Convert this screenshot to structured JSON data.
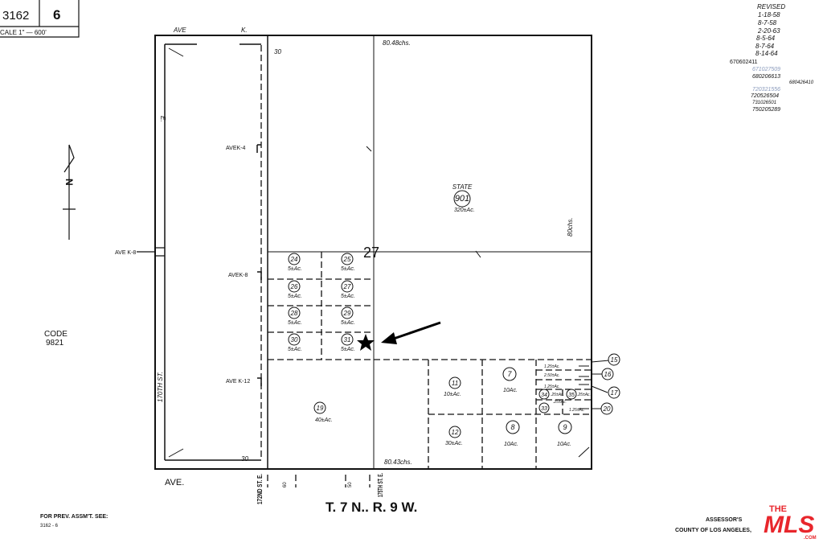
{
  "header": {
    "map_book": "3162",
    "page": "6",
    "scale": "CALE 1\" — 600'"
  },
  "revisions": {
    "title": "REVISED",
    "dates": [
      "1-18-58",
      "8-7-58",
      "2-20-63",
      "8-5-64",
      "8-7-64",
      "8-14-64"
    ],
    "codes": [
      "670602411",
      "671027509",
      "680206613",
      "680426410",
      "720321556",
      "720526504",
      "731026501",
      "750205289"
    ]
  },
  "streets": {
    "ave_k_top_1": "AVE",
    "ave_k_top_2": "K.",
    "ave_k8_left": "AVE K-8",
    "ave_k8": "AVEK-8",
    "ave_k4": "AVEK-4",
    "ave_k12": "AVE K-12",
    "ave_bottom": "AVE.",
    "st_170": "170TH ST.",
    "e_label": "E.",
    "st_172": "172ND ST. E.",
    "st_175": "175TH ST. E."
  },
  "dimensions": {
    "top": "80.48chs.",
    "bottom": "80.43chs.",
    "right": "80chs.",
    "d30_top": "30",
    "d30_bottom": "30",
    "d60": "60",
    "d50": "50"
  },
  "section": "27",
  "code": {
    "label": "CODE",
    "value": "9821"
  },
  "north": "N",
  "parcels": [
    {
      "id": "901",
      "owner": "STATE",
      "area": "320±Ac."
    },
    {
      "id": "24",
      "area": "5±Ac."
    },
    {
      "id": "25",
      "area": "5±Ac."
    },
    {
      "id": "26",
      "area": "5±Ac."
    },
    {
      "id": "27",
      "area": "5±Ac."
    },
    {
      "id": "28",
      "area": "5±Ac."
    },
    {
      "id": "29",
      "area": "5±Ac."
    },
    {
      "id": "30",
      "area": "5±Ac."
    },
    {
      "id": "31",
      "area": "5±Ac."
    },
    {
      "id": "19",
      "area": "40±Ac."
    },
    {
      "id": "11",
      "area": "10±Ac."
    },
    {
      "id": "7",
      "area": "10Ac."
    },
    {
      "id": "12",
      "area": "30±Ac."
    },
    {
      "id": "8",
      "area": "10Ac."
    },
    {
      "id": "9",
      "area": "10Ac."
    },
    {
      "id": "15",
      "area": "1.25±Ac."
    },
    {
      "id": "16",
      "area": "2.50±Ac."
    },
    {
      "id": "17",
      "area": "1.25±Ac."
    },
    {
      "id": "34",
      "area": ".25±Ac."
    },
    {
      "id": "35",
      "area": ".25±Ac."
    },
    {
      "id": "33",
      "area": ".25±Ac."
    },
    {
      "id": "20",
      "area": "1.25±Ac."
    }
  ],
  "township": "T. 7 N.. R. 9 W.",
  "footer": {
    "prev_1": "FOR PREV. ASSM'T. SEE:",
    "prev_2": "3162 - 6",
    "assessor": "ASSESSOR'S",
    "county": "COUNTY OF LOS ANGELES,"
  },
  "logo": {
    "text": "THE MLS .COM",
    "color": "#e8262c"
  }
}
